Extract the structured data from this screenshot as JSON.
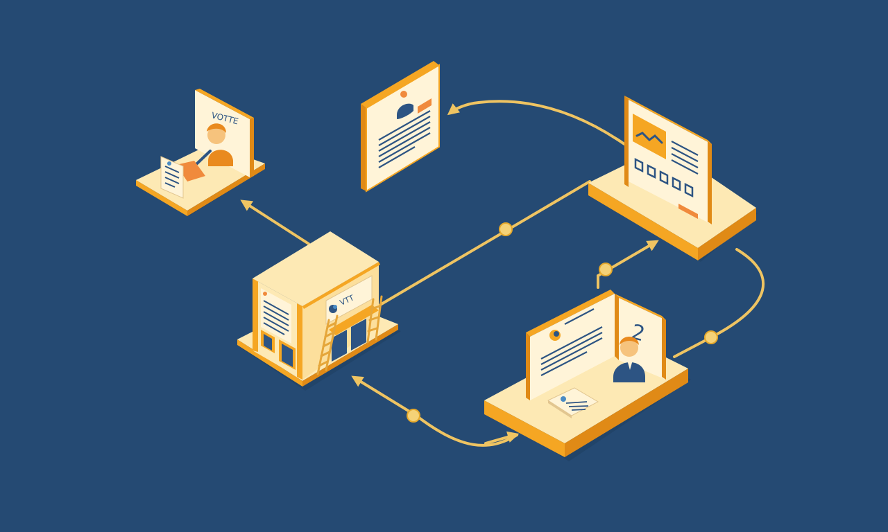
{
  "colors": {
    "background": "#254a73",
    "cream": "#fde9b4",
    "cream_light": "#fff4d8",
    "orange": "#f5a623",
    "orange_dark": "#e08a16",
    "navy": "#2d5483",
    "connector": "#efc462",
    "skin": "#f6c37d",
    "hair": "#e98a1e"
  },
  "labels": {
    "vote_sign_top": "VOTTE",
    "vote_sign_building": "VTT"
  },
  "digit": "2",
  "icons": {
    "chart_panel": "trend-line-icon",
    "person": "person-icon",
    "document": "document-icon",
    "ladder": "ladder-icon"
  }
}
